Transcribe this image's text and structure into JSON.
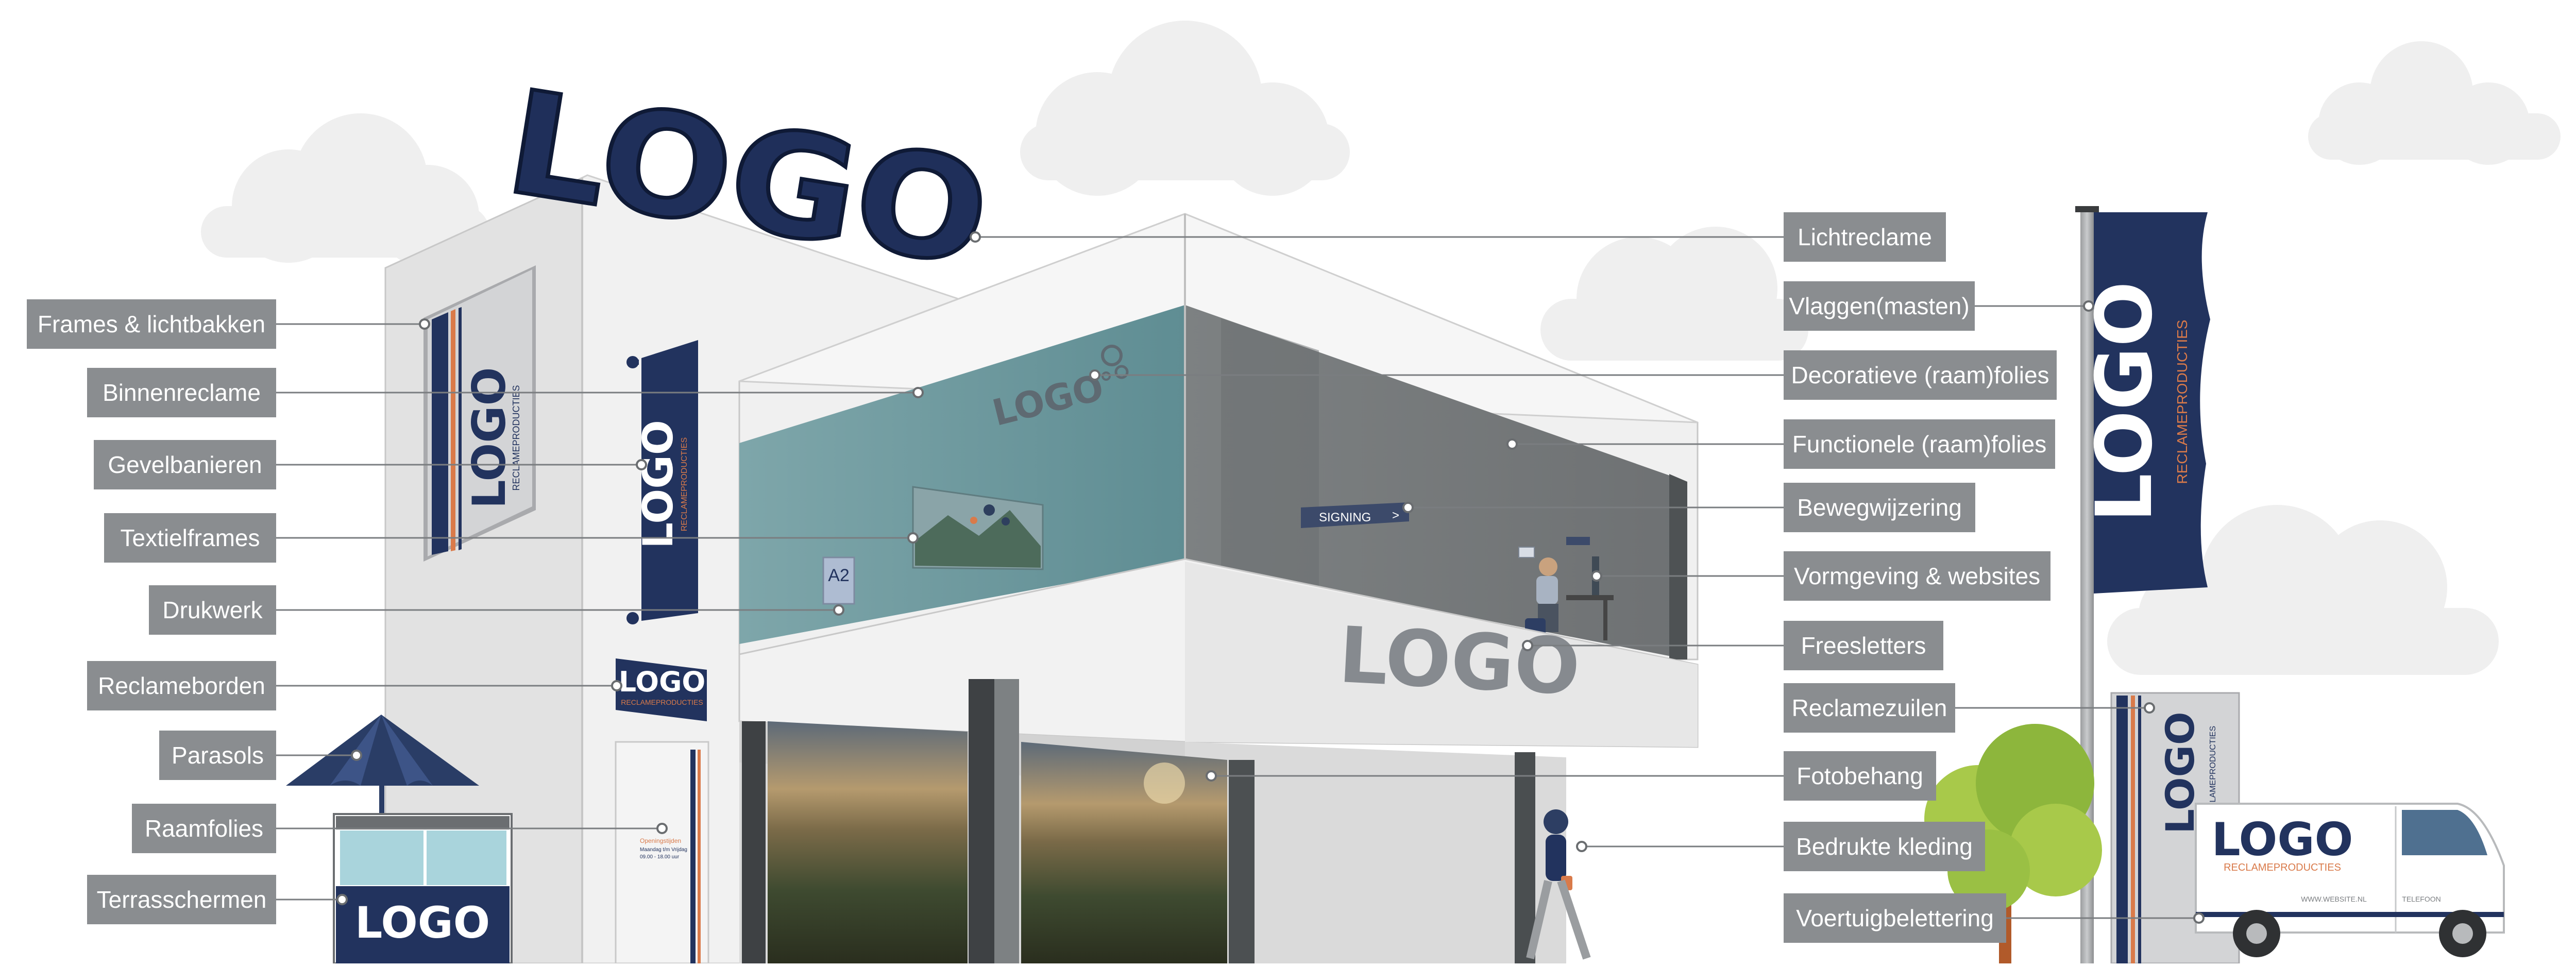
{
  "labels_left": [
    {
      "id": "frames",
      "text": "Frames & lichtbakken"
    },
    {
      "id": "binnenreclame",
      "text": "Binnenreclame"
    },
    {
      "id": "gevelbanieren",
      "text": "Gevelbanieren"
    },
    {
      "id": "textielframes",
      "text": "Textielframes"
    },
    {
      "id": "drukwerk",
      "text": "Drukwerk"
    },
    {
      "id": "reclameborden",
      "text": "Reclameborden"
    },
    {
      "id": "parasols",
      "text": "Parasols"
    },
    {
      "id": "raamfolies",
      "text": "Raamfolies"
    },
    {
      "id": "terrasschermen",
      "text": "Terrasschermen"
    }
  ],
  "labels_right": [
    {
      "id": "lichtreclame",
      "text": "Lichtreclame"
    },
    {
      "id": "vlaggen",
      "text": "Vlaggen(masten)"
    },
    {
      "id": "decoratieve",
      "text": "Decoratieve (raam)folies"
    },
    {
      "id": "functionele",
      "text": "Functionele (raam)folies"
    },
    {
      "id": "bewegwijzering",
      "text": "Bewegwijzering"
    },
    {
      "id": "vormgeving",
      "text": "Vormgeving & websites"
    },
    {
      "id": "freesletters",
      "text": "Freesletters"
    },
    {
      "id": "reclamezuilen",
      "text": "Reclamezuilen"
    },
    {
      "id": "fotobehang",
      "text": "Fotobehang"
    },
    {
      "id": "bedrukte",
      "text": "Bedrukte kleding"
    },
    {
      "id": "voertuig",
      "text": "Voertuigbelettering"
    }
  ],
  "scene": {
    "logo": "LOGO",
    "reclameproducties": "RECLAMEPRODUCTIES",
    "signing": "SIGNING",
    "signing_arrow": ">",
    "a2": "A2",
    "website": "WWW.WEBSITE.NL",
    "telefoon": "TELEFOON",
    "openingstijden": "Openingstijden",
    "opening_days": "Maandag t/m Vrijdag",
    "opening_hours": "09.00 - 18.00 uur"
  },
  "colors": {
    "label_bg": "#8a8d90",
    "navy": "#22335e",
    "orange": "#d97a4a",
    "glass": "#6f9aa0",
    "wall": "#e6e6e6",
    "cloud": "#efefef",
    "leader": "#7a7d80"
  }
}
